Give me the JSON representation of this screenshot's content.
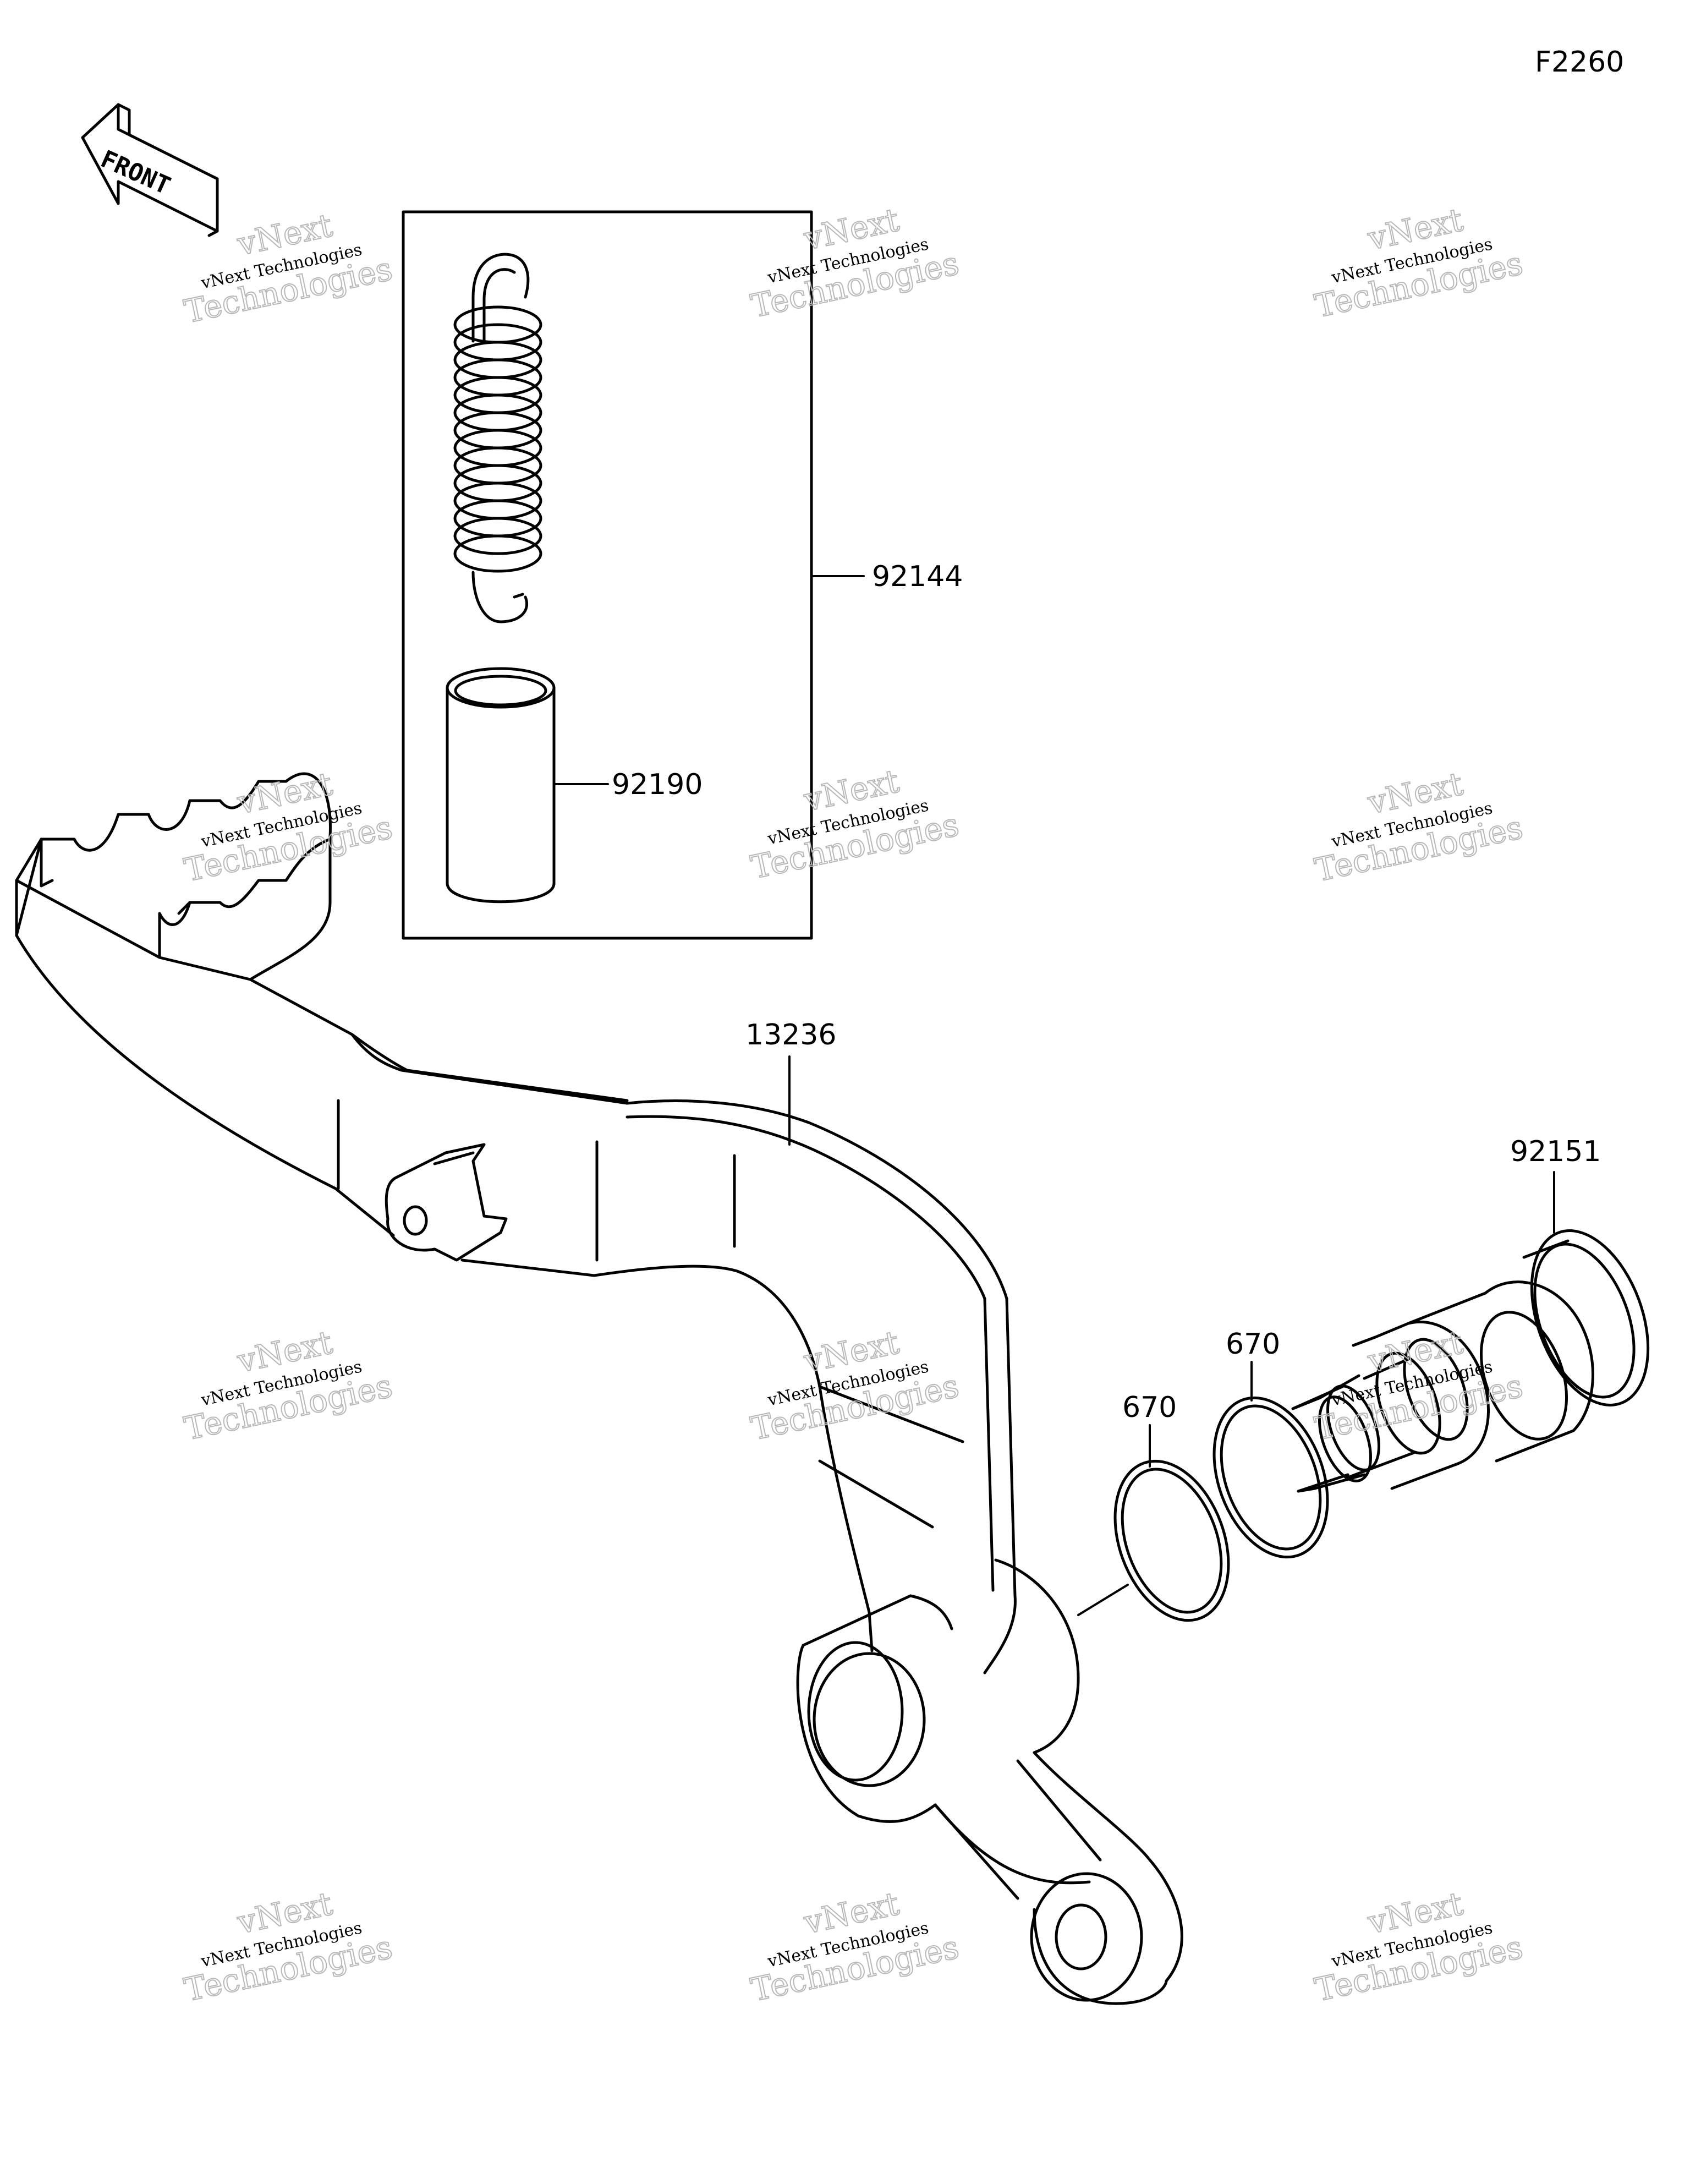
{
  "figure_code": "F2260",
  "front_label": "FRONT",
  "watermark": {
    "line1": "vNext Technologies",
    "line2": "vNext",
    "line3": "Technologies"
  },
  "callouts": {
    "spring_kit": "92144",
    "collar": "92190",
    "pedal": "13236",
    "pivot_bolt": "92151",
    "oring_inner": "670",
    "oring_outer": "670"
  }
}
